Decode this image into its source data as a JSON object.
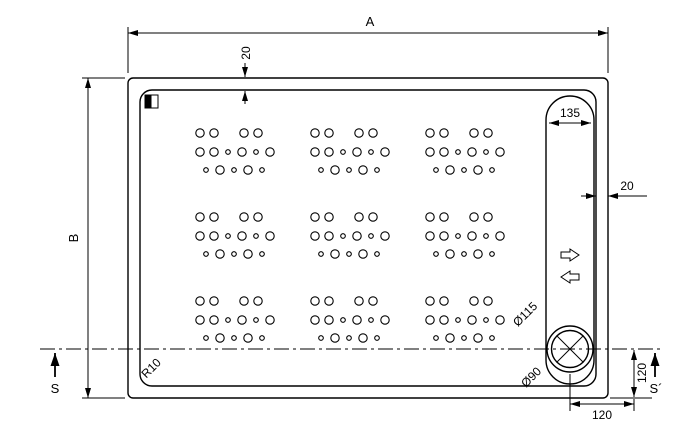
{
  "drawing": {
    "colors": {
      "line": "#000000",
      "background": "#ffffff"
    },
    "labels": {
      "dim_a": "A",
      "dim_b": "B",
      "rim_top": "20",
      "rim_right": "20",
      "slot_width": "135",
      "drain_outer": "Ø115",
      "drain_inner": "Ø90",
      "corner_radius": "R10",
      "section_left": "S",
      "section_right": "S´",
      "offset_right": "120",
      "offset_bottom": "120"
    }
  }
}
